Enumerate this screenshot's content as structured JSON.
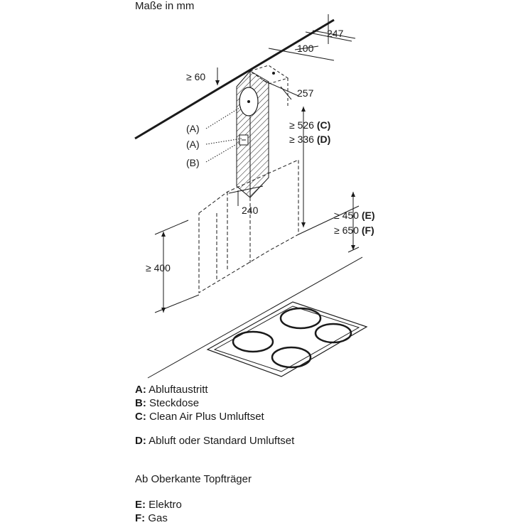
{
  "title": "Maße in mm",
  "dimensions": {
    "d247": "247",
    "d100": "100",
    "d60": "≥ 60",
    "d257": "257",
    "d526": "≥ 526",
    "d336": "≥ 336",
    "d240": "240",
    "d450": "≥ 450",
    "d650": "≥ 650",
    "d400": "≥ 400"
  },
  "tags": {
    "C": "(C)",
    "D": "(D)",
    "E": "(E)",
    "F": "(F)",
    "A1": "(A)",
    "A2": "(A)",
    "B": "(B)"
  },
  "legend": {
    "items": [
      {
        "key": "A:",
        "text": " Abluftaustritt"
      },
      {
        "key": "B:",
        "text": " Steckdose"
      },
      {
        "key": "C:",
        "text": " Clean Air Plus Umluftset"
      },
      {
        "key": "D:",
        "text": " Abluft oder Standard Umluftset"
      }
    ],
    "note": "Ab Oberkante Topfträger",
    "items2": [
      {
        "key": "E:",
        "text": " Elektro"
      },
      {
        "key": "F:",
        "text": " Gas"
      }
    ]
  }
}
